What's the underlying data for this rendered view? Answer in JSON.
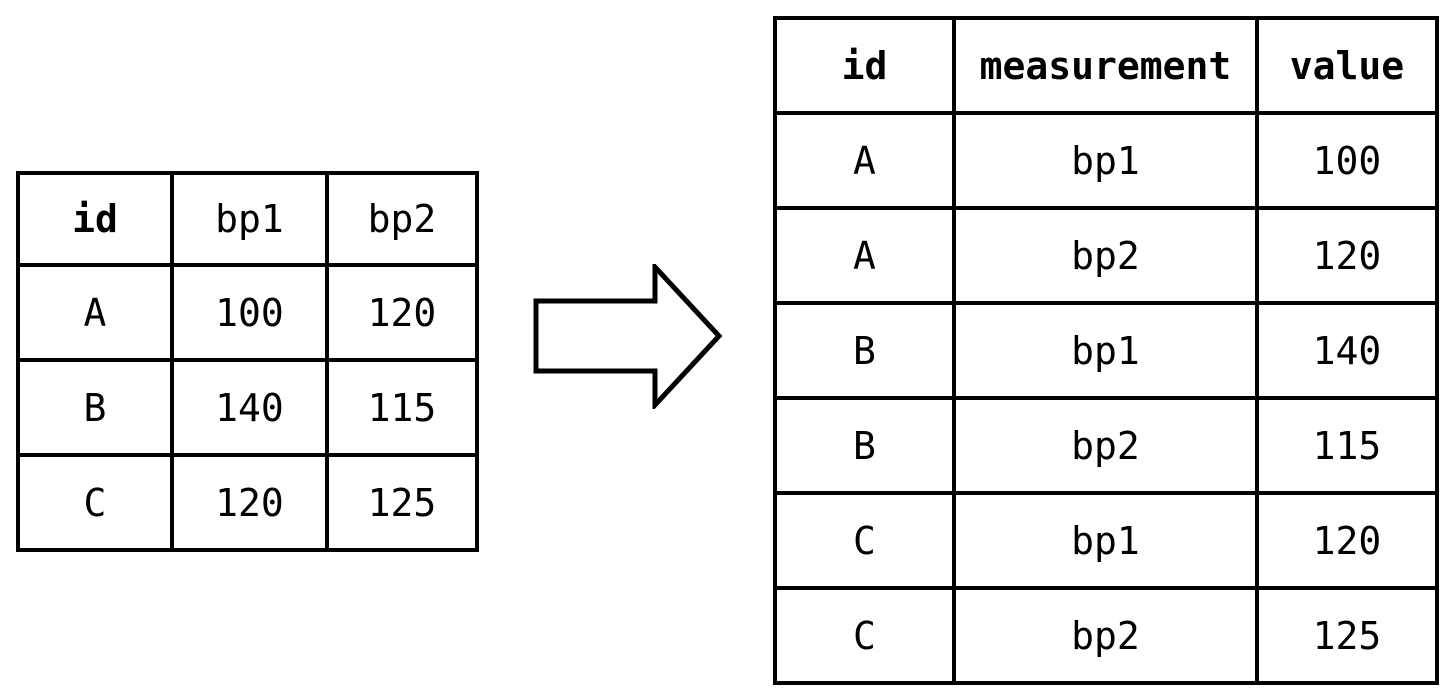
{
  "colors": {
    "id_a": "#9bd0e9",
    "id_b": "#99d8b8",
    "id_c": "#fad8a0",
    "border": "#000000",
    "background": "#ffffff",
    "arrow_fill": "#ffffff"
  },
  "wide_table": {
    "headers": [
      "id",
      "bp1",
      "bp2"
    ],
    "rows": [
      [
        "A",
        "100",
        "120"
      ],
      [
        "B",
        "140",
        "115"
      ],
      [
        "C",
        "120",
        "125"
      ]
    ]
  },
  "arrow": {
    "icon": "right-block-arrow"
  },
  "long_table": {
    "headers": [
      "id",
      "measurement",
      "value"
    ],
    "rows": [
      [
        "A",
        "bp1",
        "100"
      ],
      [
        "A",
        "bp2",
        "120"
      ],
      [
        "B",
        "bp1",
        "140"
      ],
      [
        "B",
        "bp2",
        "115"
      ],
      [
        "C",
        "bp1",
        "120"
      ],
      [
        "C",
        "bp2",
        "125"
      ]
    ]
  }
}
